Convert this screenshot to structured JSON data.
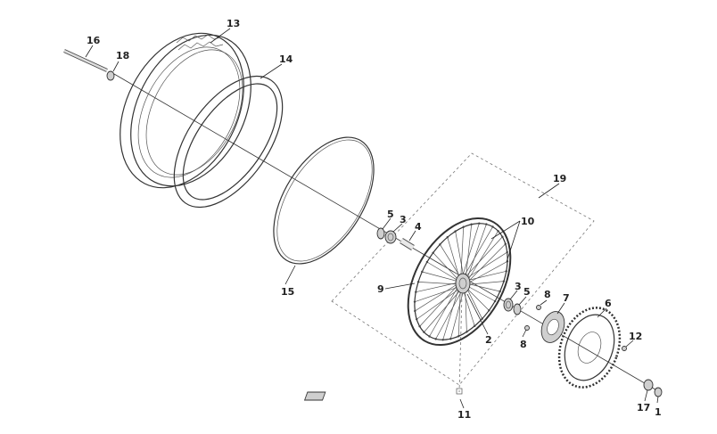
{
  "callouts": {
    "c1": "1",
    "c2": "2",
    "c3a": "3",
    "c3b": "3",
    "c4": "4",
    "c5a": "5",
    "c5b": "5",
    "c6": "6",
    "c7": "7",
    "c8a": "8",
    "c8b": "8",
    "c9": "9",
    "c10": "10",
    "c11": "11",
    "c12": "12",
    "c13": "13",
    "c14": "14",
    "c15": "15",
    "c16": "16",
    "c17": "17",
    "c18": "18",
    "c19": "19"
  }
}
